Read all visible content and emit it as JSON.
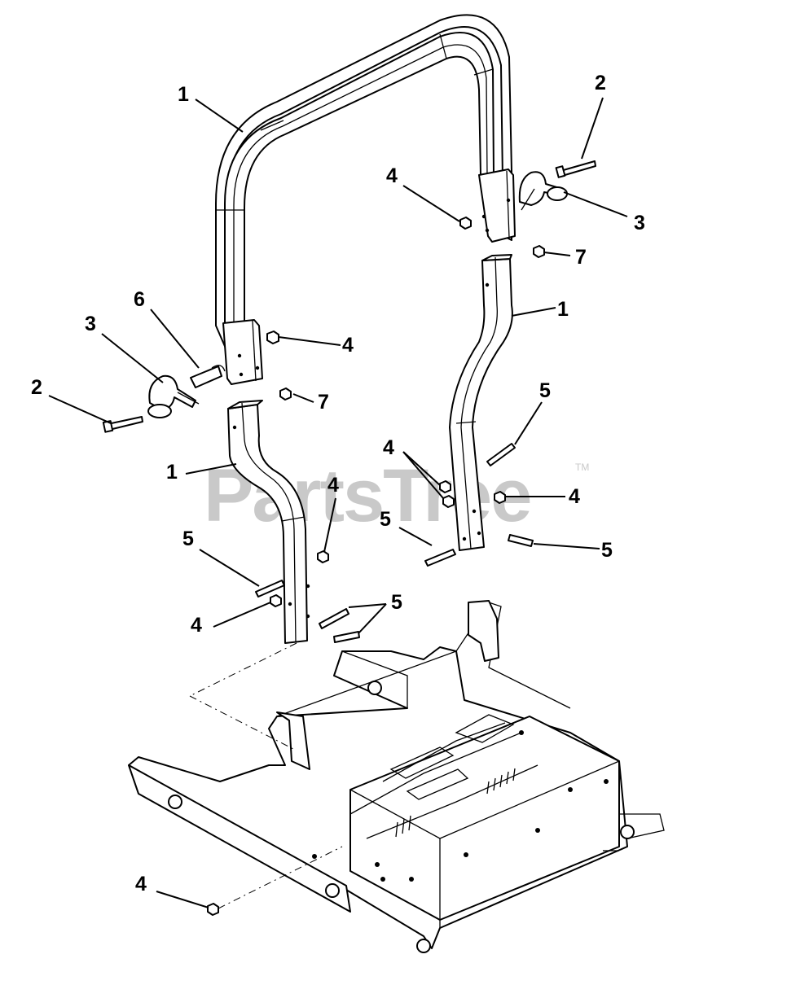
{
  "watermark": {
    "text": "PartsTree",
    "trademark": "TM",
    "color": "#c9c9c9"
  },
  "callouts": {
    "c1a": "1",
    "c1b": "1",
    "c1c": "1",
    "c2a": "2",
    "c2b": "2",
    "c3a": "3",
    "c3b": "3",
    "c4a": "4",
    "c4b": "4",
    "c4c": "4",
    "c4d": "4",
    "c4e": "4",
    "c4f": "4",
    "c4g": "4",
    "c5a": "5",
    "c5b": "5",
    "c5c": "5",
    "c5d": "5",
    "c5e": "5",
    "c6a": "6",
    "c7a": "7",
    "c7b": "7"
  },
  "colors": {
    "line": "#000000",
    "background": "#ffffff"
  }
}
